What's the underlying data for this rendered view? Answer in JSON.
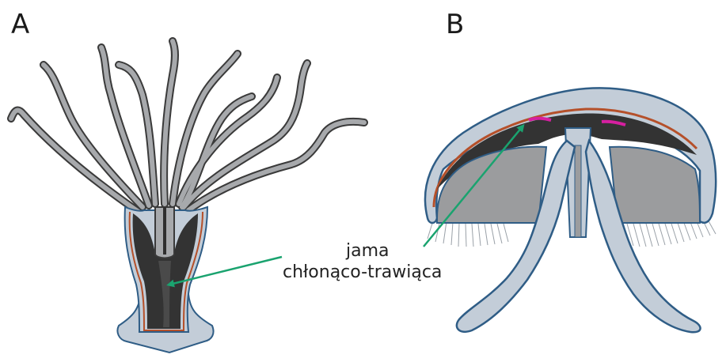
{
  "panels": {
    "a_label": "A",
    "b_label": "B"
  },
  "annotation": {
    "line1": "jama",
    "line2": "chłonąco-trawiąca"
  },
  "colors": {
    "body_fill": "#c3cdd8",
    "body_outline": "#2f5d86",
    "tentacle_fill": "#a7a9ac",
    "tentacle_outline": "#3a3a3a",
    "cavity": "#333333",
    "mesoglea_line": "#b5502a",
    "bell_inner": "#9b9c9e",
    "pointer_arrow": "#1aa36f",
    "accent_magenta": "#d61fa0"
  }
}
